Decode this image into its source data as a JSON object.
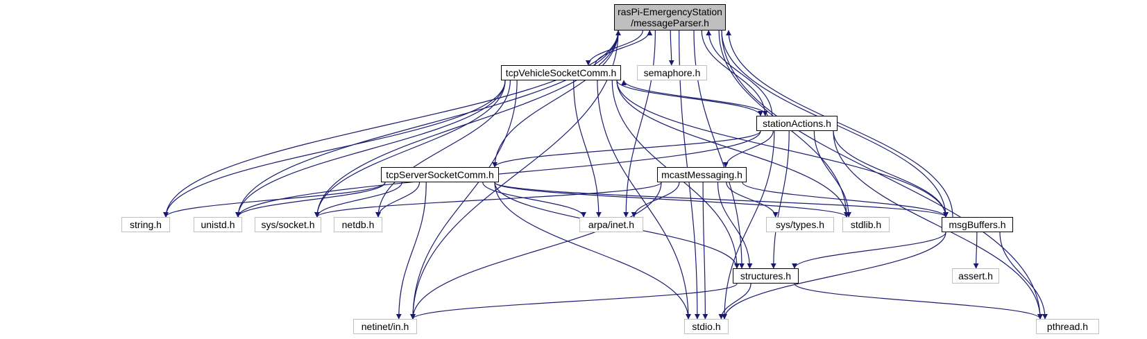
{
  "nodes": {
    "messageParser": {
      "line1": "rasPi-EmergencyStation",
      "line2": "/messageParser.h"
    },
    "tcpVehicleSocketComm": {
      "label": "tcpVehicleSocketComm.h"
    },
    "semaphore": {
      "label": "semaphore.h"
    },
    "stationActions": {
      "label": "stationActions.h"
    },
    "tcpServerSocketComm": {
      "label": "tcpServerSocketComm.h"
    },
    "mcastMessaging": {
      "label": "mcastMessaging.h"
    },
    "string": {
      "label": "string.h"
    },
    "unistd": {
      "label": "unistd.h"
    },
    "syssocket": {
      "label": "sys/socket.h"
    },
    "netdb": {
      "label": "netdb.h"
    },
    "arpainet": {
      "label": "arpa/inet.h"
    },
    "systypes": {
      "label": "sys/types.h"
    },
    "stdlib": {
      "label": "stdlib.h"
    },
    "msgBuffers": {
      "label": "msgBuffers.h"
    },
    "structures": {
      "label": "structures.h"
    },
    "assert": {
      "label": "assert.h"
    },
    "netinetin": {
      "label": "netinet/in.h"
    },
    "stdio": {
      "label": "stdio.h"
    },
    "pthread": {
      "label": "pthread.h"
    }
  },
  "edges": [
    [
      "messageParser",
      "tcpVehicleSocketComm"
    ],
    [
      "messageParser",
      "semaphore"
    ],
    [
      "messageParser",
      "stationActions"
    ],
    [
      "messageParser",
      "string"
    ],
    [
      "messageParser",
      "unistd"
    ],
    [
      "messageParser",
      "syssocket"
    ],
    [
      "messageParser",
      "arpainet"
    ],
    [
      "messageParser",
      "stdlib"
    ],
    [
      "messageParser",
      "msgBuffers"
    ],
    [
      "messageParser",
      "structures"
    ],
    [
      "messageParser",
      "netinetin"
    ],
    [
      "messageParser",
      "stdio"
    ],
    [
      "messageParser",
      "pthread"
    ],
    [
      "tcpVehicleSocketComm",
      "messageParser"
    ],
    [
      "tcpVehicleSocketComm",
      "stationActions"
    ],
    [
      "tcpVehicleSocketComm",
      "string"
    ],
    [
      "tcpVehicleSocketComm",
      "unistd"
    ],
    [
      "tcpVehicleSocketComm",
      "syssocket"
    ],
    [
      "tcpVehicleSocketComm",
      "netdb"
    ],
    [
      "tcpVehicleSocketComm",
      "arpainet"
    ],
    [
      "tcpVehicleSocketComm",
      "stdlib"
    ],
    [
      "tcpVehicleSocketComm",
      "msgBuffers"
    ],
    [
      "tcpVehicleSocketComm",
      "structures"
    ],
    [
      "tcpVehicleSocketComm",
      "netinetin"
    ],
    [
      "tcpVehicleSocketComm",
      "stdio"
    ],
    [
      "stationActions",
      "messageParser"
    ],
    [
      "stationActions",
      "tcpVehicleSocketComm"
    ],
    [
      "stationActions",
      "tcpServerSocketComm"
    ],
    [
      "stationActions",
      "mcastMessaging"
    ],
    [
      "stationActions",
      "unistd"
    ],
    [
      "stationActions",
      "stdlib"
    ],
    [
      "stationActions",
      "msgBuffers"
    ],
    [
      "stationActions",
      "structures"
    ],
    [
      "stationActions",
      "stdio"
    ],
    [
      "stationActions",
      "pthread"
    ],
    [
      "tcpServerSocketComm",
      "messageParser"
    ],
    [
      "tcpServerSocketComm",
      "string"
    ],
    [
      "tcpServerSocketComm",
      "unistd"
    ],
    [
      "tcpServerSocketComm",
      "syssocket"
    ],
    [
      "tcpServerSocketComm",
      "netdb"
    ],
    [
      "tcpServerSocketComm",
      "arpainet"
    ],
    [
      "tcpServerSocketComm",
      "stdlib"
    ],
    [
      "tcpServerSocketComm",
      "msgBuffers"
    ],
    [
      "tcpServerSocketComm",
      "structures"
    ],
    [
      "tcpServerSocketComm",
      "netinetin"
    ],
    [
      "tcpServerSocketComm",
      "stdio"
    ],
    [
      "mcastMessaging",
      "syssocket"
    ],
    [
      "mcastMessaging",
      "arpainet"
    ],
    [
      "mcastMessaging",
      "systypes"
    ],
    [
      "mcastMessaging",
      "msgBuffers"
    ],
    [
      "mcastMessaging",
      "structures"
    ],
    [
      "mcastMessaging",
      "netinetin"
    ],
    [
      "mcastMessaging",
      "stdio"
    ],
    [
      "msgBuffers",
      "messageParser"
    ],
    [
      "msgBuffers",
      "structures"
    ],
    [
      "msgBuffers",
      "assert"
    ],
    [
      "msgBuffers",
      "stdio"
    ],
    [
      "msgBuffers",
      "pthread"
    ],
    [
      "structures",
      "netinetin"
    ],
    [
      "structures",
      "stdio"
    ],
    [
      "structures",
      "pthread"
    ]
  ],
  "colors": {
    "edge": "#191970",
    "main_fill": "#bfbfbf",
    "node_border": "#000000",
    "external_border": "#bfbfbf"
  }
}
